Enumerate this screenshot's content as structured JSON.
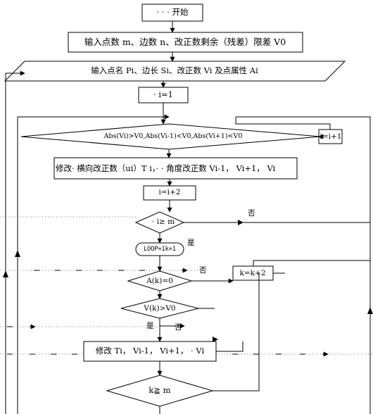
{
  "nodes": {
    "start": "· · · 开始",
    "input_params": "输入点数 m、边数 n、改正数剩余（残差）限差 V0",
    "input_points": "输入点名 Pi、边长 Si、改正数 Vi 及点属性 Ai",
    "init_i": "· i=1",
    "cond_abs": "Abs(Vi)>V0,Abs(Vi-1)<V0,Abs(Vi+1)<V0",
    "inc_i1": "i=i+1",
    "modify_ui": "修改· 横向改正数（ui）T i，· · 角度改正数 Vi-1， Vi+1， Vi",
    "inc_i2": "i=i+2",
    "cond_i_ge_m": "· i≥ m",
    "loop_label": "LOOP=1k=1",
    "cond_ak": "A(k)=0",
    "inc_k": "k=k+2",
    "cond_vk": "V(k)>V0",
    "modify_t": "修改 Ti， Vi-1， Vi+1， · Vi",
    "cond_k_ge_m": "k≧ m"
  },
  "edge_labels": {
    "no_1": "否",
    "yes_1": "是",
    "no_2": "否",
    "yes_2": "是",
    "no_3": "否"
  },
  "colors": {
    "stroke": "#000000",
    "background": "#ffffff",
    "dots": "#666666"
  }
}
